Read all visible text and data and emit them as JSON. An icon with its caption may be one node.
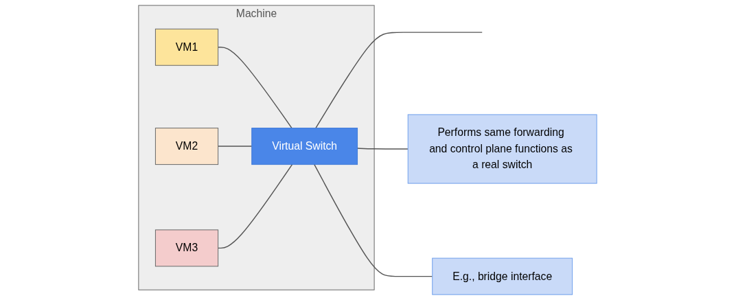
{
  "diagram": {
    "nodes": [
      {
        "text": [
          "Machine"
        ]
      },
      {
        "text": [
          "VM1"
        ],
        "in": 0
      },
      {
        "text": [
          "VM2"
        ],
        "in": 0
      },
      {
        "text": [
          "VM3"
        ],
        "in": 0
      },
      {
        "text": [
          "Virtual Switch"
        ],
        "in": 0
      },
      {
        "text": [
          "Performs same forwarding and control plane functions as a real switch"
        ]
      },
      {
        "text": [
          "E.g., bridge interface"
        ]
      }
    ],
    "edges": [
      {
        "from": 1,
        "to": 4,
        "arrow": "none"
      },
      {
        "from": 2,
        "to": 4,
        "arrow": "none"
      },
      {
        "from": 3,
        "to": 4,
        "arrow": "none"
      },
      {
        "from": 4,
        "to": null,
        "arrow": "none"
      },
      {
        "from": 5,
        "to": 4,
        "arrow": "none"
      },
      {
        "from": 6,
        "to": 4,
        "arrow": "none"
      }
    ]
  }
}
